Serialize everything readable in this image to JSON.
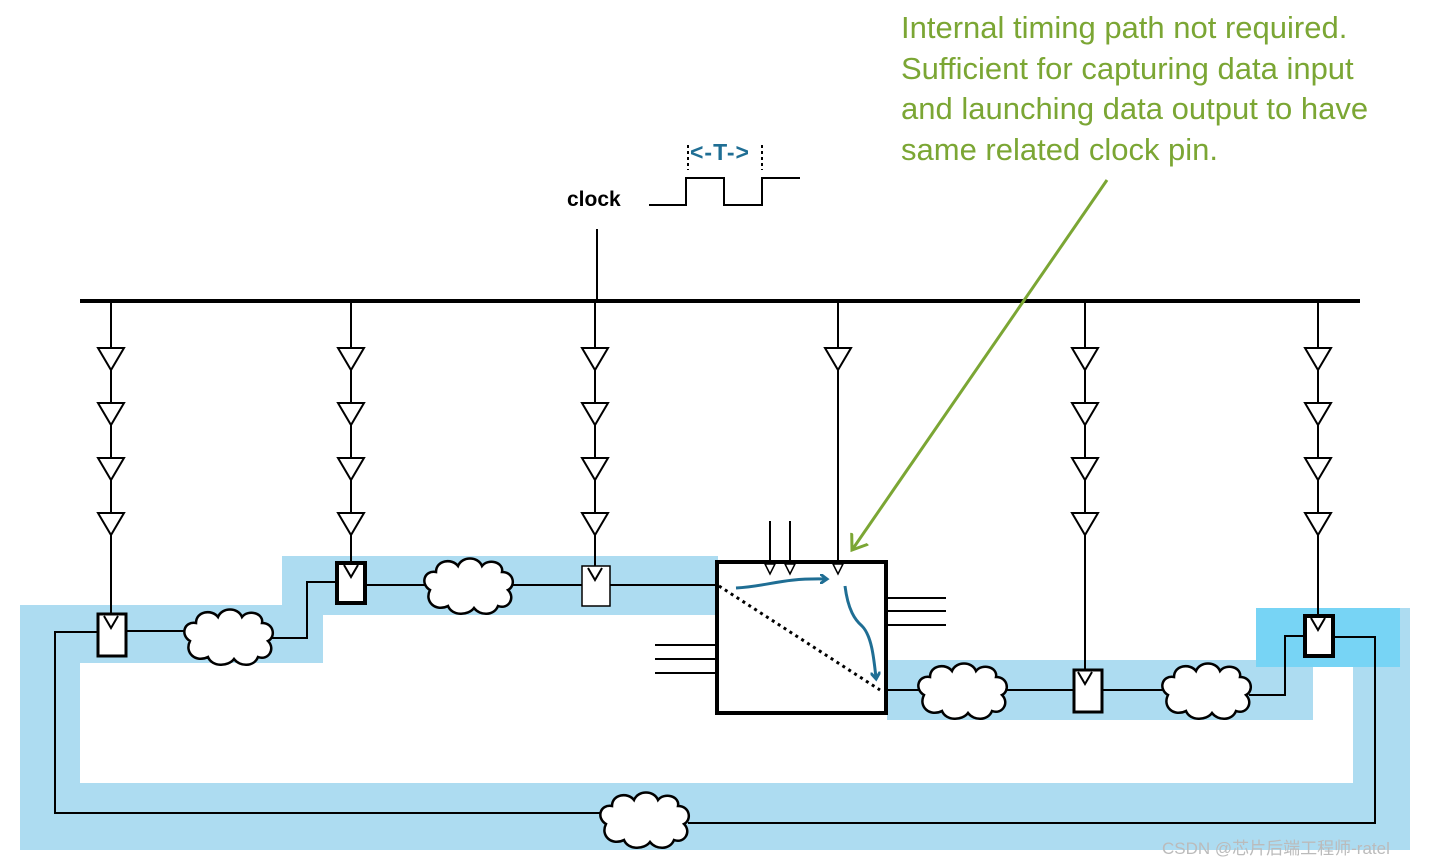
{
  "annotation": {
    "lines": [
      "Internal timing path not required.",
      "Sufficient for capturing data input",
      "and launching data output to have",
      "same related clock pin."
    ],
    "color": "#7BA634"
  },
  "clock": {
    "label": "clock",
    "period_label": "<-T->"
  },
  "colors": {
    "path_highlight": "#ADDCF1",
    "capture_highlight": "#77D4F5",
    "internal_arrow": "#1F6E94"
  },
  "watermark": "CSDN @芯片后端工程师-ratel"
}
